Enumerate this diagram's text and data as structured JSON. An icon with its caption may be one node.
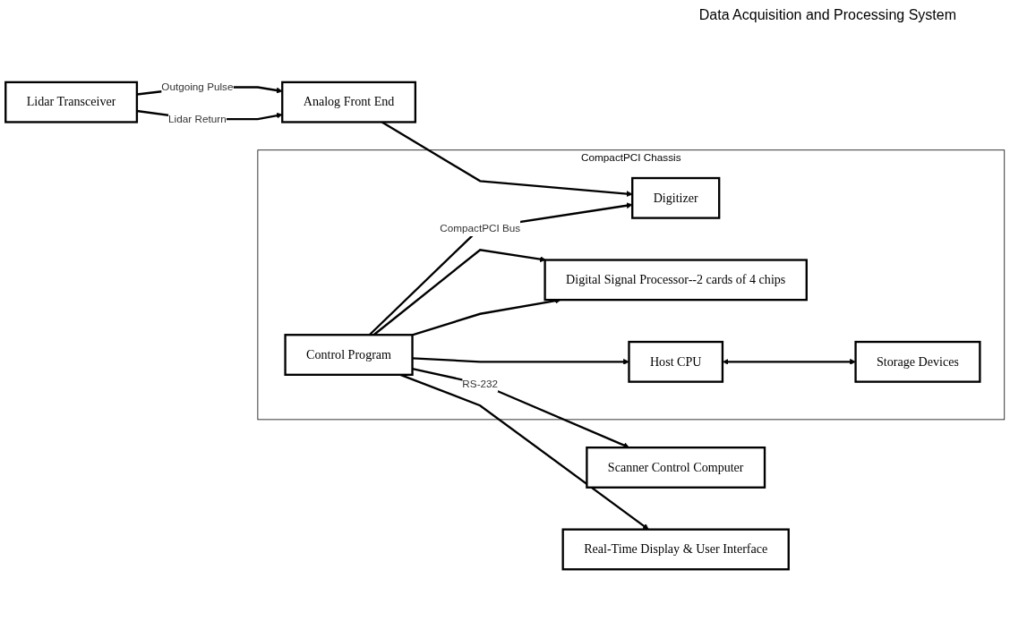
{
  "diagram": {
    "title": "Data Acquisition and Processing System",
    "nodes": [
      {
        "text": [
          "CompactPCI Chassis"
        ]
      },
      {
        "text": [
          "Scanner Control Computer"
        ]
      },
      {
        "text": [
          "Lidar Transceiver"
        ]
      },
      {
        "text": [
          "Analog Front End"
        ]
      },
      {
        "text": [
          "Digitizer"
        ],
        "in": 0
      },
      {
        "text": [
          "Digital Signal Processor--2 cards of 4 chips"
        ],
        "in": 0
      },
      {
        "text": [
          "Control Program"
        ],
        "in": 0
      },
      {
        "text": [
          "Host CPU"
        ],
        "in": 0
      },
      {
        "text": [
          "Storage Devices"
        ],
        "in": 0
      },
      {
        "text": [
          "Real-Time Display & User Interface"
        ]
      }
    ],
    "edges": [
      {
        "from": 6,
        "to": 1,
        "arrow": "to",
        "label": "RS-232"
      },
      {
        "from": 2,
        "to": 3,
        "arrow": "to",
        "label": "Outgoing Pulse"
      },
      {
        "from": 2,
        "to": 3,
        "arrow": "to",
        "label": "Lidar Return"
      },
      {
        "from": 3,
        "to": 4,
        "arrow": "to"
      },
      {
        "from": 6,
        "to": 4,
        "arrow": "to",
        "label": "CompactPCI Bus"
      },
      {
        "from": 6,
        "to": 5,
        "arrow": "to"
      },
      {
        "from": 6,
        "to": 5,
        "arrow": "to"
      },
      {
        "from": 6,
        "to": 7,
        "arrow": "to"
      },
      {
        "from": 7,
        "to": 8,
        "arrow": "both"
      },
      {
        "from": 6,
        "to": 9,
        "arrow": "to"
      }
    ]
  }
}
